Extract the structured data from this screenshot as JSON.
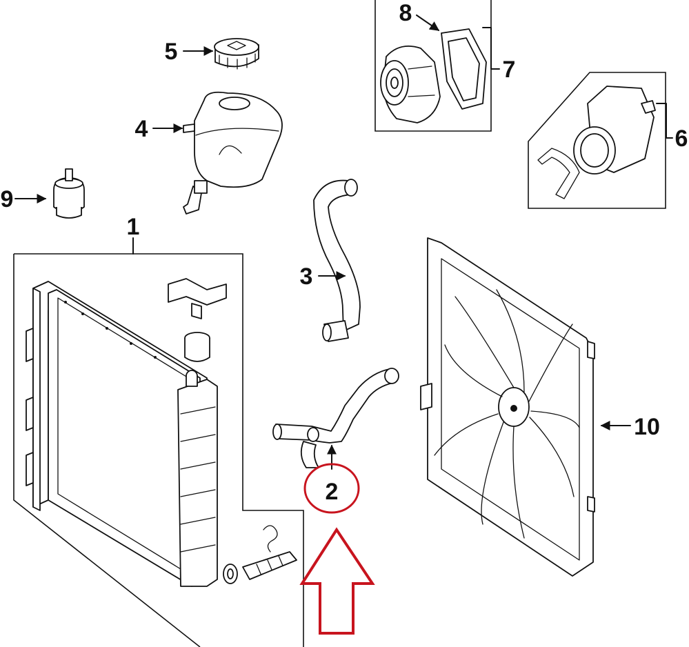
{
  "callouts": {
    "c1": "1",
    "c2": "2",
    "c3": "3",
    "c4": "4",
    "c5": "5",
    "c6": "6",
    "c7": "7",
    "c8": "8",
    "c9": "9",
    "c10": "10"
  },
  "icons": {
    "highlight_marker": "red-circle",
    "pointer": "red-outline-arrow-up"
  },
  "colors": {
    "line": "#111111",
    "highlight": "#c8141e",
    "background": "#ffffff"
  }
}
